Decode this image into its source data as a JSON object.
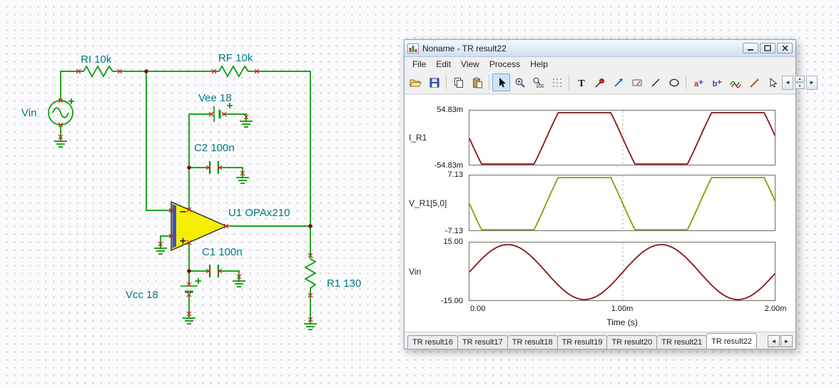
{
  "schematic": {
    "labels": {
      "vin": "Vin",
      "ri": "RI 10k",
      "rf": "RF 10k",
      "vee": "Vee 18",
      "c2": "C2 100n",
      "u1": "U1 OPAx210",
      "c1": "C1 100n",
      "vcc": "Vcc 18",
      "r1": "R1 130"
    },
    "wire_color": "#009800",
    "label_color": "#00797f",
    "opamp_fill": "#f6ee00"
  },
  "window": {
    "title": "Noname - TR result22",
    "menu": [
      "File",
      "Edit",
      "View",
      "Process",
      "Help"
    ],
    "toolbar": {
      "text_tool": "T",
      "zoom_label": "100",
      "marker_a": "a",
      "marker_b": "b"
    },
    "tabs": [
      "TR result16",
      "TR result17",
      "TR result18",
      "TR result19",
      "TR result20",
      "TR result21",
      "TR result22"
    ],
    "active_tab": "TR result22"
  },
  "chart_data": {
    "type": "line",
    "title": "",
    "xlabel": "Time (s)",
    "x_ticks": [
      "0.00",
      "1.00m",
      "2.00m"
    ],
    "x_range": [
      0,
      0.002
    ],
    "period_s": 0.001,
    "grid": false,
    "legend_position": "left",
    "plots": [
      {
        "name": "I_R1",
        "ymax": 0.05483,
        "ymin": -0.05483,
        "ymax_label": "54.83m",
        "ymin_label": "-54.83m",
        "waveform": "clipped_sine",
        "inverted": true,
        "clip_fraction": 0.4753,
        "color": "#8a1414"
      },
      {
        "name": "V_R1[5,0]",
        "ymax": 7.13,
        "ymin": -7.13,
        "ymax_label": "7.13",
        "ymin_label": "-7.13",
        "waveform": "clipped_sine",
        "inverted": true,
        "clip_fraction": 0.4753,
        "color": "#979700"
      },
      {
        "name": "Vin",
        "ymax": 15.0,
        "ymin": -15.0,
        "ymax_label": "15.00",
        "ymin_label": "-15.00",
        "waveform": "sine",
        "inverted": false,
        "clip_fraction": 1.0,
        "color": "#8a1414"
      }
    ]
  }
}
